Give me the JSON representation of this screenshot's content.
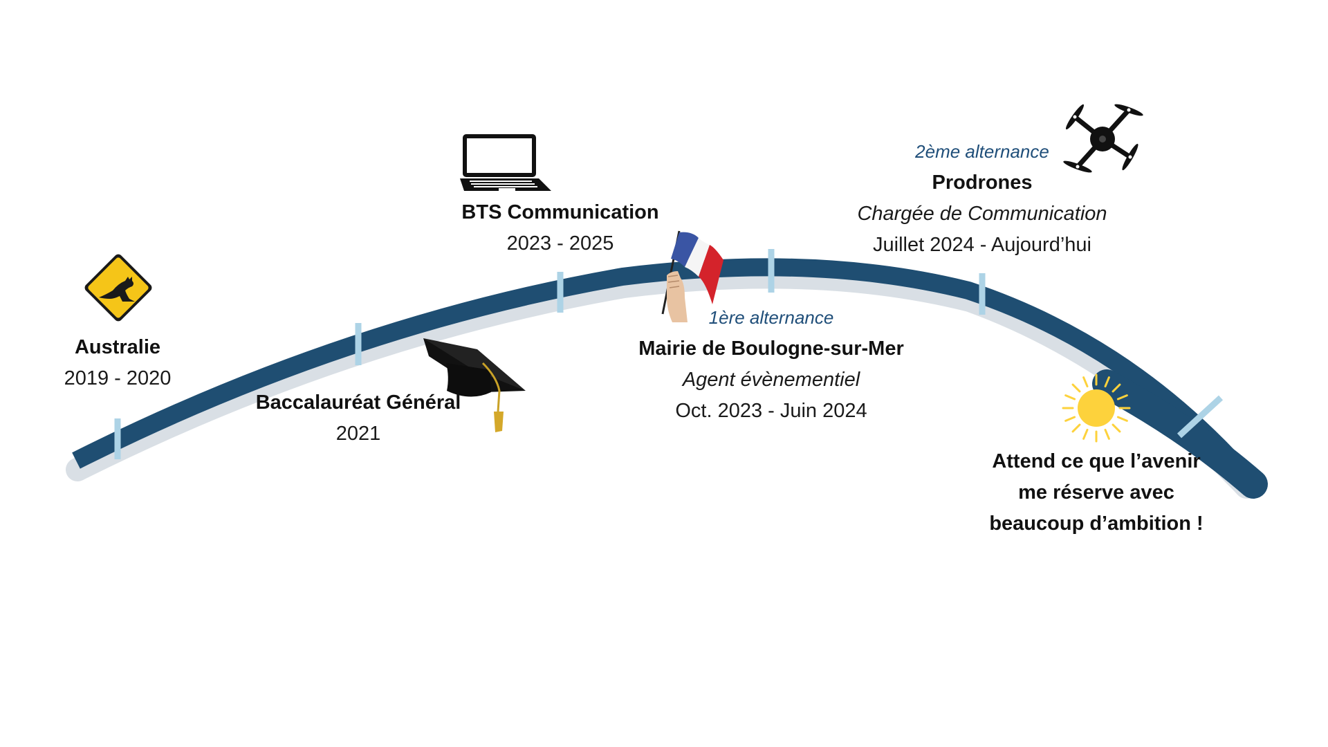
{
  "colors": {
    "arc": "#1f4e72",
    "tick": "#add3e6",
    "subtitle": "#1f4e79",
    "sign_yellow": "#f5c518",
    "sun": "#fdd23c"
  },
  "milestones": [
    {
      "id": "australie",
      "title": "Australie",
      "date": "2019 - 2020",
      "icon": "kangaroo-sign-icon"
    },
    {
      "id": "bac",
      "title": "Baccalauréat Général",
      "date": "2021",
      "icon": "graduation-cap-icon"
    },
    {
      "id": "bts",
      "title": "BTS Communication",
      "date": "2023 - 2025",
      "icon": "laptop-icon"
    },
    {
      "id": "mairie",
      "subtitle": "1ère alternance",
      "title": "Mairie de Boulogne-sur-Mer",
      "role": "Agent évènementiel",
      "date": "Oct. 2023 - Juin 2024",
      "icon": "french-flag-icon"
    },
    {
      "id": "prodrones",
      "subtitle": "2ème alternance",
      "title": "Prodrones",
      "role": "Chargée de Communication",
      "date": "Juillet 2024 - Aujourd’hui",
      "icon": "drone-icon"
    },
    {
      "id": "avenir",
      "lines": [
        "Attend ce que l’avenir",
        "me réserve avec",
        "beaucoup d’ambition !"
      ],
      "icon": "sun-icon"
    }
  ]
}
